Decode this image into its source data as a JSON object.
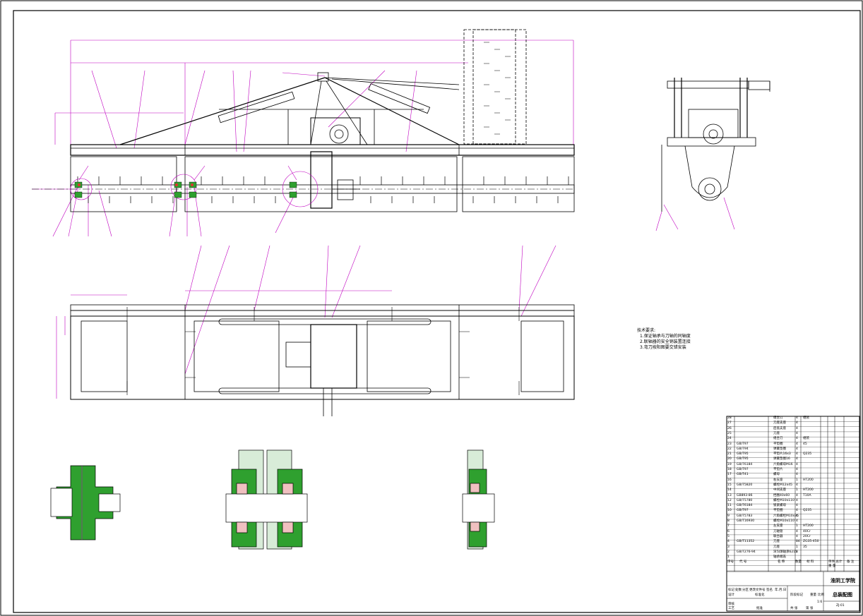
{
  "technical_requirements": {
    "heading": "技术要求:",
    "items": [
      "1.保证轴承与刀轴的同轴度",
      "2.联轴器的安全销装置连接",
      "3.弯刀按阳图要交错安装"
    ]
  },
  "parts_list": [
    {
      "no": "28",
      "code": "",
      "name": "组合刀",
      "qty": "4",
      "material": "组装"
    },
    {
      "no": "27",
      "code": "",
      "name": "刀座支座",
      "qty": "4",
      "material": ""
    },
    {
      "no": "26",
      "code": "",
      "name": "后盖支座",
      "qty": "4",
      "material": ""
    },
    {
      "no": "25",
      "code": "",
      "name": "刀座",
      "qty": "4",
      "material": ""
    },
    {
      "no": "24",
      "code": "",
      "name": "组合刀",
      "qty": "4",
      "material": "组装"
    },
    {
      "no": "23",
      "code": "GB/T97",
      "name": "平垫圈",
      "qty": "4",
      "material": "45"
    },
    {
      "no": "22",
      "code": "GB/T94",
      "name": "弹簧垫圈",
      "qty": "4",
      "material": ""
    },
    {
      "no": "21",
      "code": "GB/T95",
      "name": "平垫片16x3",
      "qty": "4",
      "material": "Q235"
    },
    {
      "no": "20",
      "code": "GB/T95",
      "name": "弹簧垫圈16",
      "qty": "4",
      "material": ""
    },
    {
      "no": "19",
      "code": "GB/T6184",
      "name": "六角螺母M16",
      "qty": "4",
      "material": ""
    },
    {
      "no": "18",
      "code": "GB/T97",
      "name": "平垫片",
      "qty": "4",
      "material": ""
    },
    {
      "no": "17",
      "code": "GB/T41",
      "name": "螺母",
      "qty": "4",
      "material": ""
    },
    {
      "no": "16",
      "code": "",
      "name": "右支座",
      "qty": "1",
      "material": "HT200"
    },
    {
      "no": "15",
      "code": "GB/T5820",
      "name": "螺栓M12x45",
      "qty": "4",
      "material": ""
    },
    {
      "no": "14",
      "code": "",
      "name": "中间支座",
      "qty": "1",
      "material": "HT200"
    },
    {
      "no": "13",
      "code": "GB893-86",
      "name": "挡圈40x60",
      "qty": "4",
      "material": "T10A"
    },
    {
      "no": "12",
      "code": "GB/T5780",
      "name": "螺栓M10x110",
      "qty": "4",
      "material": ""
    },
    {
      "no": "11",
      "code": "GB/T6184",
      "name": "锁紧螺母",
      "qty": "4",
      "material": ""
    },
    {
      "no": "10",
      "code": "GB/T97",
      "name": "平垫圈",
      "qty": "4",
      "material": "Q235"
    },
    {
      "no": "9",
      "code": "GB/T5783",
      "name": "六角螺栓M10x35",
      "qty": "4",
      "material": ""
    },
    {
      "no": "8",
      "code": "GB/T16930",
      "name": "螺栓M10x110",
      "qty": "4",
      "material": ""
    },
    {
      "no": "7",
      "code": "",
      "name": "左支座",
      "qty": "1",
      "material": "HT200"
    },
    {
      "no": "6",
      "code": "",
      "name": "刀轴管",
      "qty": "4",
      "material": "40Cr"
    },
    {
      "no": "5",
      "code": "",
      "name": "联合器",
      "qty": "4",
      "material": "20Cr"
    },
    {
      "no": "4",
      "code": "GB/T11352",
      "name": "刀座",
      "qty": "84",
      "material": "ZG35-450"
    },
    {
      "no": "3",
      "code": "",
      "name": "刀座",
      "qty": "1",
      "material": "35"
    },
    {
      "no": "2",
      "code": "GB/T276-94",
      "name": "深沟球轴承6215",
      "qty": "4",
      "material": ""
    },
    {
      "no": "1",
      "code": "",
      "name": "轴承端盖",
      "qty": "",
      "material": ""
    }
  ],
  "parts_header": {
    "no": "序号",
    "code": "代  号",
    "name": "名  称",
    "qty": "数量",
    "material": "材  料",
    "unit_weight": "单件 总计",
    "weight": "重  量",
    "remark": "备 注"
  },
  "title_block": {
    "school": "淮阴工学院",
    "drawing_name": "总装配图",
    "drawing_no": "ZJ-01",
    "scale": "1:6",
    "stage_label": "阶段标记",
    "weight_label": "重量",
    "scale_label": "比例",
    "sheet_total": "共  张",
    "sheet_no": "第  张",
    "designer_label": "设计",
    "standard_label": "标准化",
    "review_label": "审核",
    "process_label": "工艺",
    "approve_label": "批准",
    "mark_label": "标记",
    "count_label": "处数",
    "zone_label": "分区",
    "change_label": "更改文件号",
    "sign_label": "签名",
    "date_label": "年.月.日"
  }
}
